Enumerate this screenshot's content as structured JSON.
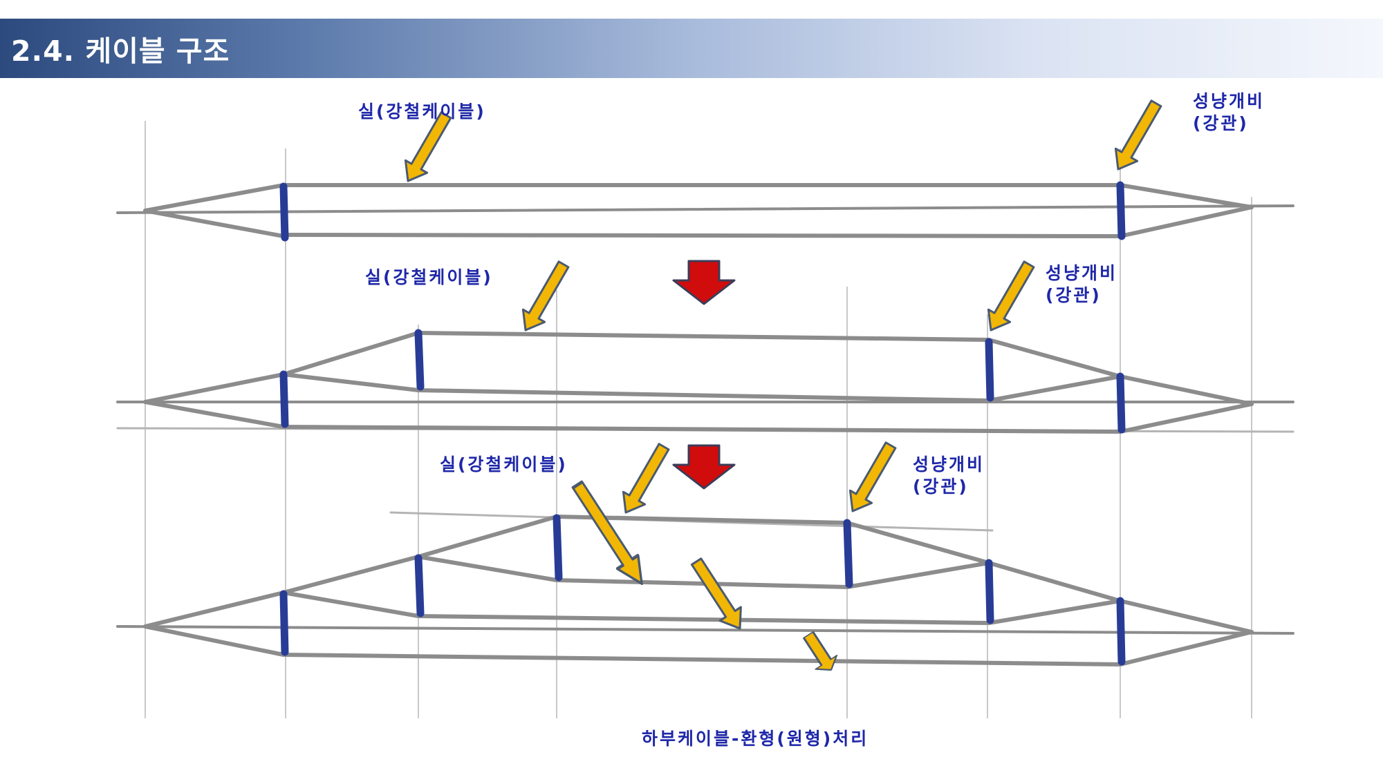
{
  "slide": {
    "title": "2.4. 케이블 구조"
  },
  "labels": {
    "silk_cable": "실(강철케이블)",
    "wing_line1": "성냥개비",
    "wing_line2": "(강관)",
    "bottom_cable": "하부케이블-환형(원형)처리"
  },
  "colors": {
    "title_bar_start": "#2c4a7e",
    "title_bar_end": "#f4f7fc",
    "label_text": "#1e27a8",
    "pointer_arrow": "#f2b705",
    "pointer_outline": "#4a5a70",
    "transition_arrow": "#d10c0c",
    "strut": "#283c96",
    "sketch_line": "#8c8c8c"
  },
  "icons": {
    "transition": "down-arrow-icon",
    "pointer": "diagonal-arrow-icon"
  }
}
